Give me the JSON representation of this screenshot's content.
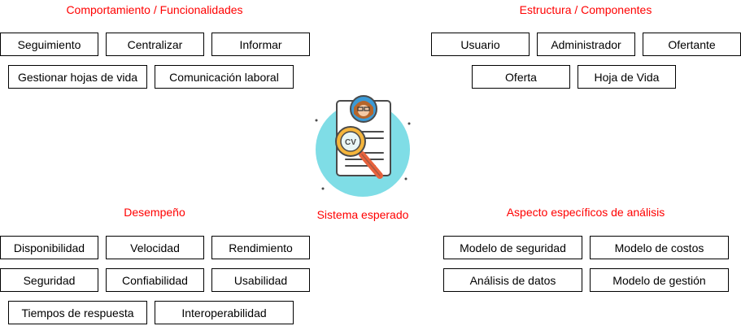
{
  "sections": {
    "behavior": {
      "title": "Comportamiento / Funcionalidades",
      "items": [
        "Seguimiento",
        "Centralizar",
        "Informar",
        "Gestionar hojas de vida",
        "Comunicación laboral"
      ]
    },
    "structure": {
      "title": "Estructura / Componentes",
      "items": [
        "Usuario",
        "Administrador",
        "Ofertante",
        "Oferta",
        "Hoja de Vida"
      ]
    },
    "performance": {
      "title": "Desempeño",
      "items": [
        "Disponibilidad",
        "Velocidad",
        "Rendimiento",
        "Seguridad",
        "Confiabilidad",
        "Usabilidad",
        "Tiempos de respuesta",
        "Interoperabilidad"
      ]
    },
    "analysis": {
      "title": "Aspecto específicos de análisis",
      "items": [
        "Modelo de seguridad",
        "Modelo de costos",
        "Análisis de datos",
        "Modelo de gestión"
      ]
    }
  },
  "center": {
    "label": "Sistema esperado",
    "badge": "CV",
    "icon": "cv-magnifier-icon"
  },
  "colors": {
    "heading": "#ff0000",
    "circle": "#7fdde6",
    "magnifier_rim": "#f5b53c",
    "handle": "#e8623c"
  }
}
